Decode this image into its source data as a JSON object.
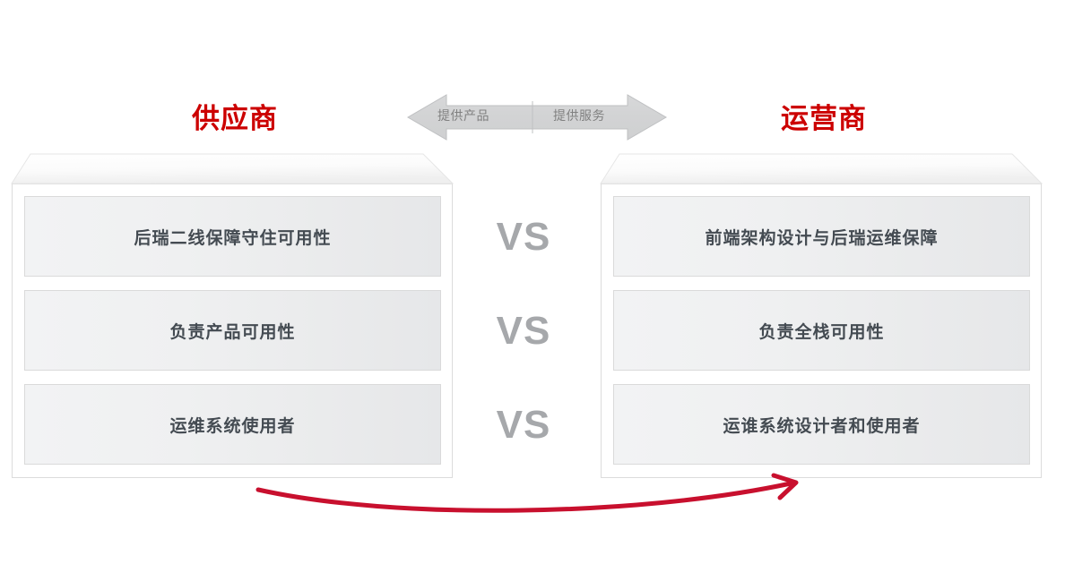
{
  "slide": {
    "background": "#ffffff",
    "accent_red": "#cc0000",
    "arrow_red": "#c8102e",
    "vs_gray": "#a6a8ab",
    "row_text_color": "#444b52"
  },
  "left_column": {
    "title": "供应商",
    "items": [
      {
        "label": "后瑞二线保障守住可用性"
      },
      {
        "label": "负责产品可用性"
      },
      {
        "label": "运维系统使用者"
      }
    ]
  },
  "right_column": {
    "title": "运营商",
    "items": [
      {
        "label": "前端架构设计与后瑞运维保障"
      },
      {
        "label": "负责全栈可用性"
      },
      {
        "label": "运谁系统设计者和使用者"
      }
    ]
  },
  "center": {
    "exchange_arrow": {
      "icon": "double-headed-arrow-icon",
      "left_label": "提供产品",
      "right_label": "提供服务"
    },
    "vs_markers": [
      "VS",
      "VS",
      "VS"
    ]
  },
  "bottom": {
    "flow_arrow": {
      "icon": "curved-right-arrow-icon",
      "direction": "left-to-right",
      "color": "#c8102e"
    }
  }
}
